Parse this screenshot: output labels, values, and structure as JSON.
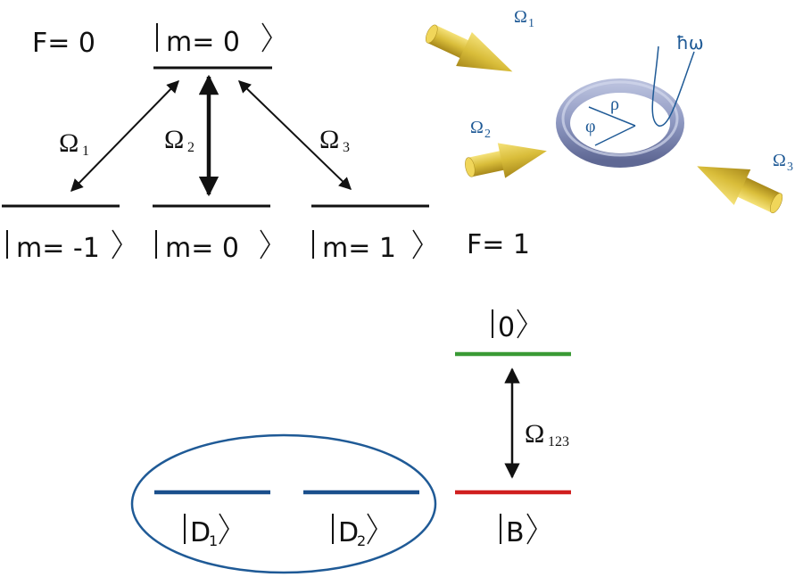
{
  "top_scheme": {
    "F_upper": "F= 0",
    "F_lower": "F= 1",
    "kets": {
      "upper": "m= 0",
      "lower_left": "m= -1",
      "lower_mid": "m= 0",
      "lower_right": "m= 1"
    },
    "couplings": {
      "omega1": {
        "sym": "Ω",
        "sub": "1"
      },
      "omega2": {
        "sym": "Ω",
        "sub": "2"
      },
      "omega3": {
        "sym": "Ω",
        "sub": "3"
      }
    }
  },
  "ring_setup": {
    "beam1": {
      "sym": "Ω",
      "sub": "1"
    },
    "beam2": {
      "sym": "Ω",
      "sub": "2"
    },
    "beam3": {
      "sym": "Ω",
      "sub": "3"
    },
    "rho": "ρ",
    "phi": "φ",
    "hbar_omega": "ħω"
  },
  "bottom_scheme": {
    "upper_ket": "0",
    "bright_ket": "B",
    "dark1": {
      "sym": "D",
      "sub": "1"
    },
    "dark2": {
      "sym": "D",
      "sub": "2"
    },
    "coupling": {
      "sym": "Ω",
      "sub": "123"
    }
  },
  "colors": {
    "line": "#111111",
    "blue": "#1f5a96",
    "green": "#3a9a35",
    "red": "#d01f1f",
    "dark_level": "#1a4f8c",
    "ring": "#8d97c0",
    "arrow_gold": "#d9bd3a"
  }
}
